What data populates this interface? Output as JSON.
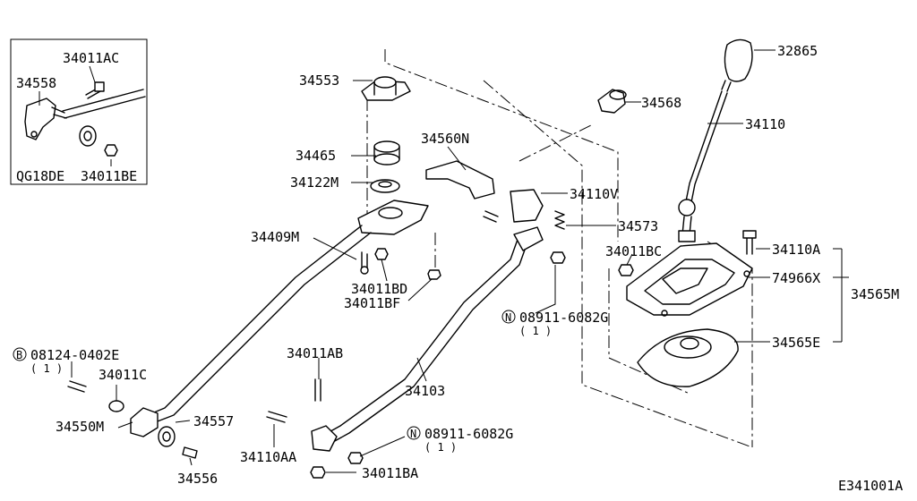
{
  "diagram_id": "E341001A",
  "inset": {
    "variant": "QG18DE",
    "labels": [
      "34011AC",
      "34558",
      "34011BE"
    ]
  },
  "parts": {
    "p32865": "32865",
    "p34110": "34110",
    "p34568": "34568",
    "p34553": "34553",
    "p34465": "34465",
    "p34122M": "34122M",
    "p34560N": "34560N",
    "p34110V": "34110V",
    "p34573": "34573",
    "p34409M": "34409M",
    "p34011BD": "34011BD",
    "p34011BF": "34011BF",
    "p34011BC": "34011BC",
    "p34110A": "34110A",
    "p74966X": "74966X",
    "p34565M": "34565M",
    "p34565E": "34565E",
    "p34103": "34103",
    "p34011AB": "34011AB",
    "p34011C": "34011C",
    "p34550M": "34550M",
    "p34557": "34557",
    "p34556": "34556",
    "p34110AA": "34110AA",
    "p34011BA": "34011BA"
  },
  "callouts": {
    "bolt_b": {
      "letter": "B",
      "number": "08124-0402E",
      "qty": "( 1 )"
    },
    "nut_n1": {
      "letter": "N",
      "number": "08911-6082G",
      "qty": "( 1 )"
    },
    "nut_n2": {
      "letter": "N",
      "number": "08911-6082G",
      "qty": "( 1 )"
    }
  }
}
